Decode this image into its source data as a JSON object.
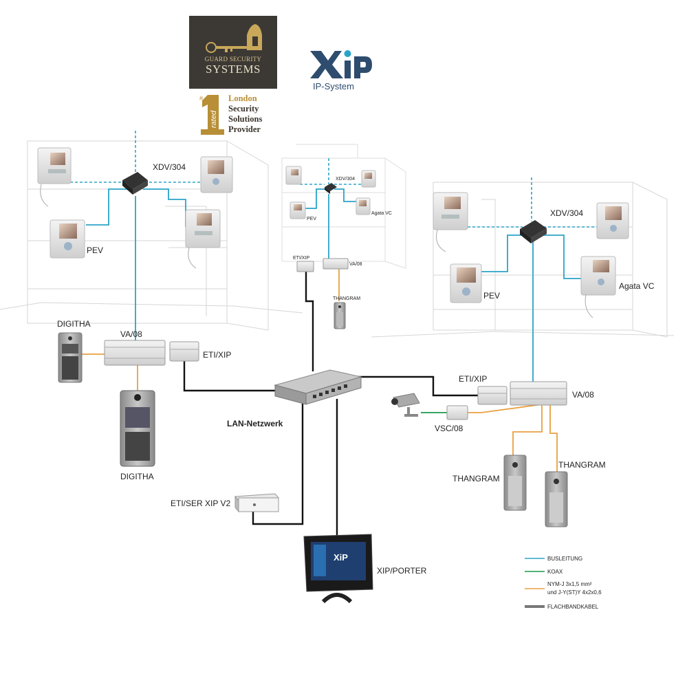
{
  "branding": {
    "company_line1": "GUARD SECURITY",
    "company_line2": "SYSTEMS",
    "rated_badge": "rated",
    "rated_line1": "London",
    "rated_line2": "Security",
    "rated_line3": "Solutions",
    "rated_line4": "Provider",
    "system_logo": "XiP",
    "system_subtitle": "IP-System"
  },
  "labels": {
    "left_xdv": "XDV/304",
    "left_pev": "PEV",
    "digitha_top": "DIGITHA",
    "left_va": "VA/08",
    "left_eti": "ETI/XIP",
    "digitha_bottom": "DIGITHA",
    "center_xdv": "XDV/304",
    "center_pev": "PEV",
    "center_agata": "Agata VC",
    "center_eti": "ETI/XIP",
    "center_va": "VA/08",
    "center_thangram": "THANGRAM",
    "right_xdv": "XDV/304",
    "right_pev": "PEV",
    "right_agata": "Agata VC",
    "right_eti": "ETI/XIP",
    "right_va": "VA/08",
    "right_vsc": "VSC/08",
    "right_thangram1": "THANGRAM",
    "right_thangram2": "THANGRAM",
    "lan": "LAN-Netzwerk",
    "eti_ser": "ETI/SER XIP V2",
    "porter": "XIP/PORTER"
  },
  "legend": [
    {
      "label": "BUSLEITUNG",
      "color": "#2aa3c8"
    },
    {
      "label": "KOAX",
      "color": "#1a9a4a"
    },
    {
      "label": "NYM-J 3x1,5 mm²",
      "label2": "und J-Y(ST)Y 4x2x0,6",
      "color": "#e8a040"
    },
    {
      "label": "FLACHBANDKABEL",
      "color": "#777777"
    }
  ],
  "colors": {
    "bus": "#2aa3c8",
    "koax": "#1a9a4a",
    "power": "#e8a040",
    "lan": "#111111",
    "flat": "#777777"
  }
}
